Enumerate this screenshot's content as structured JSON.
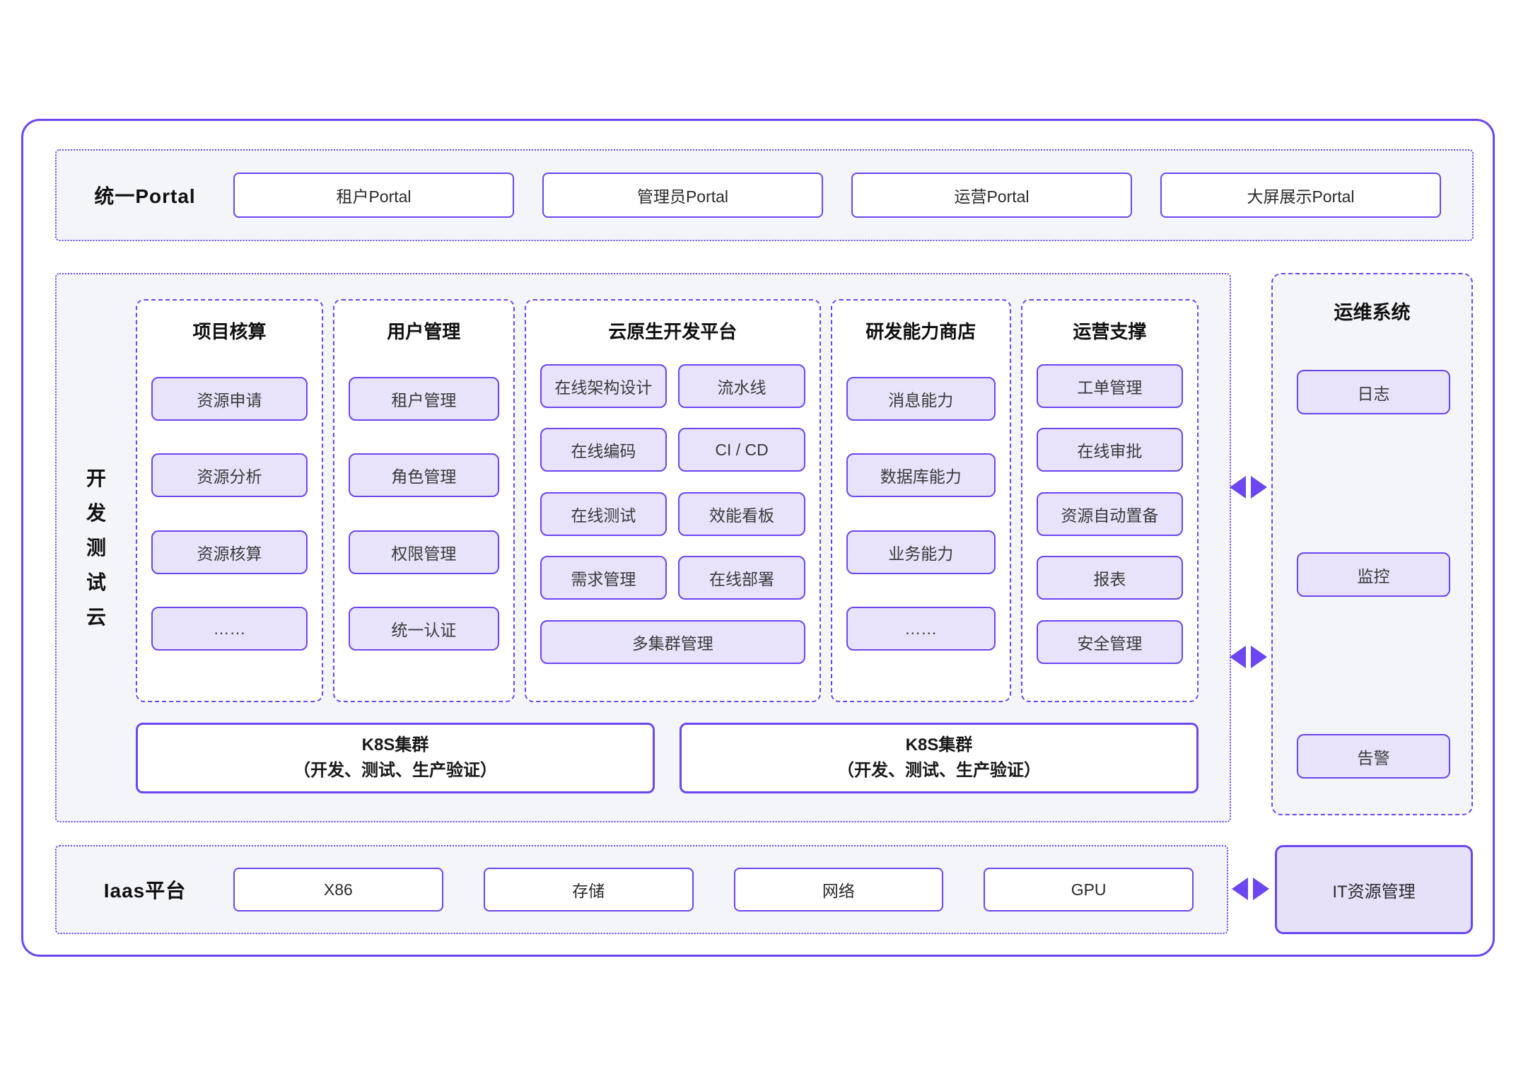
{
  "colors": {
    "accent_purple": "#6B46F2",
    "item_fill": "#E8E3FA",
    "section_fill": "#F4F5F9",
    "it_box_fill": "#E6E0F9",
    "column_fill": "#FFFFFF"
  },
  "portal": {
    "label": "统一Portal",
    "boxes": [
      "租户Portal",
      "管理员Portal",
      "运营Portal",
      "大屏展示Portal"
    ]
  },
  "dev_test_cloud": {
    "label": "开发测试云",
    "columns": {
      "project_accounting": {
        "title": "项目核算",
        "items": [
          "资源申请",
          "资源分析",
          "资源核算",
          "……"
        ]
      },
      "user_management": {
        "title": "用户管理",
        "items": [
          "租户管理",
          "角色管理",
          "权限管理",
          "统一认证"
        ]
      },
      "cloud_native": {
        "title": "云原生开发平台",
        "pairs": [
          "在线架构设计",
          "流水线",
          "在线编码",
          "CI / CD",
          "在线测试",
          "效能看板",
          "需求管理",
          "在线部署"
        ],
        "full_width_item": "多集群管理"
      },
      "capability_store": {
        "title": "研发能力商店",
        "items": [
          "消息能力",
          "数据库能力",
          "业务能力",
          "……"
        ]
      },
      "operation_support": {
        "title": "运营支撑",
        "items": [
          "工单管理",
          "在线审批",
          "资源自动置备",
          "报表",
          "安全管理"
        ]
      }
    },
    "k8s_cluster": {
      "line1": "K8S集群",
      "line2": "（开发、测试、生产验证）"
    }
  },
  "ops_system": {
    "title": "运维系统",
    "items": [
      "日志",
      "监控",
      "告警"
    ]
  },
  "iaas": {
    "label": "Iaas平台",
    "boxes": [
      "X86",
      "存储",
      "网络",
      "GPU"
    ]
  },
  "it_resource": {
    "label": "IT资源管理"
  }
}
